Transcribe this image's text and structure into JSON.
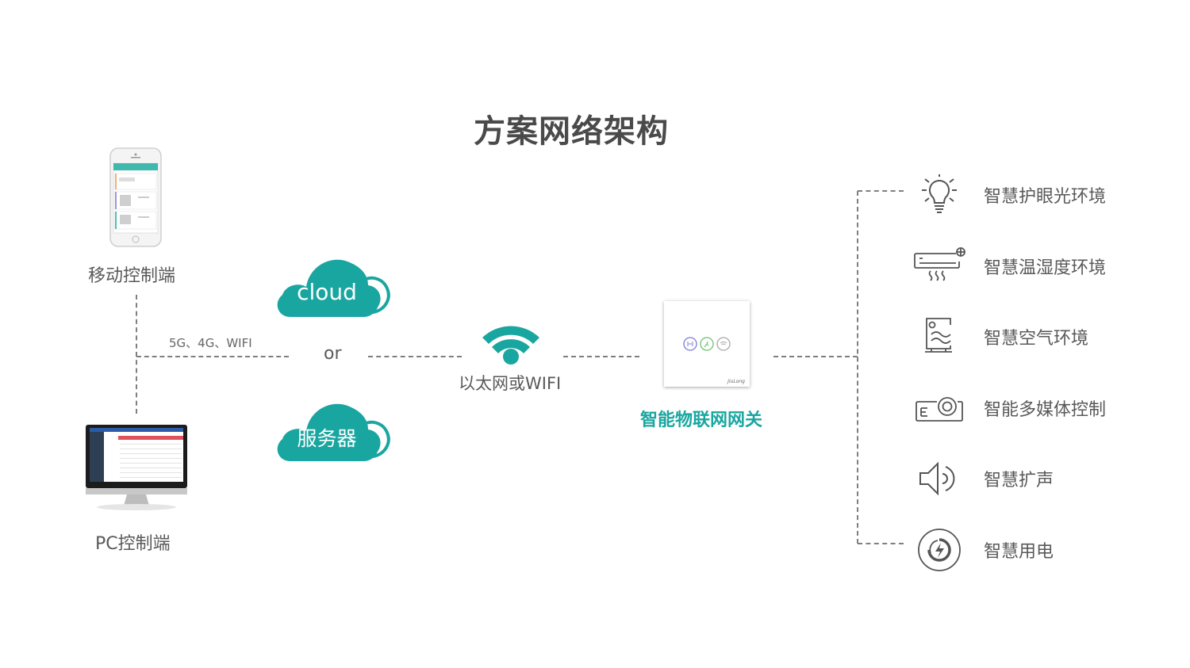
{
  "title": "方案网络架构",
  "clients": {
    "mobile": {
      "label": "移动控制端",
      "icon": "smartphone-app-icon"
    },
    "pc": {
      "label": "PC控制端",
      "icon": "desktop-monitor-icon"
    },
    "link_label": "5G、4G、WIFI"
  },
  "clouds": {
    "cloud": {
      "label": "cloud",
      "icon": "cloud-icon"
    },
    "server": {
      "label": "服务器",
      "icon": "cloud-icon"
    },
    "or_label": "or"
  },
  "network": {
    "label": "以太网或WIFI",
    "icon": "wifi-icon"
  },
  "gateway": {
    "label": "智能物联网网关",
    "brand": "JiuLong",
    "icon": "gateway-panel-icon"
  },
  "devices": [
    {
      "label": "智慧护眼光环境",
      "icon": "light-bulb-icon"
    },
    {
      "label": "智慧温湿度环境",
      "icon": "air-conditioner-icon"
    },
    {
      "label": "智慧空气环境",
      "icon": "air-quality-monitor-icon"
    },
    {
      "label": "智能多媒体控制",
      "icon": "projector-icon"
    },
    {
      "label": "智慧扩声",
      "icon": "speaker-icon"
    },
    {
      "label": "智慧用电",
      "icon": "power-icon"
    }
  ],
  "colors": {
    "accent": "#1aa6a0",
    "text": "#595959",
    "line": "#7f7f7f"
  }
}
